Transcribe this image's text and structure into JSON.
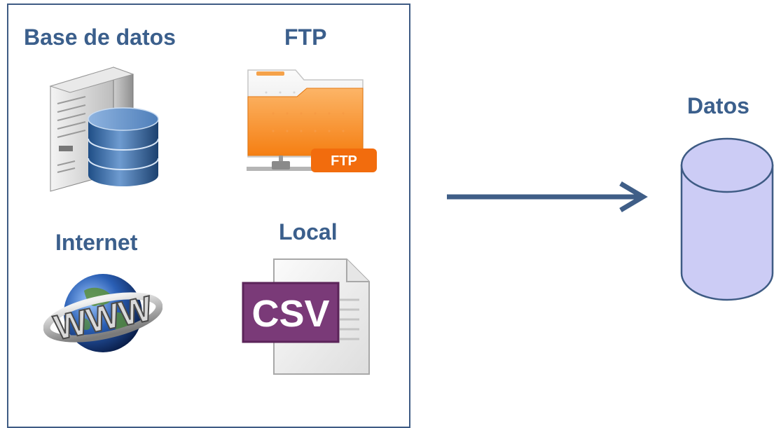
{
  "sources": {
    "database": {
      "label": "Base de datos",
      "icon": "database-server-icon"
    },
    "ftp": {
      "label": "FTP",
      "icon": "ftp-folder-icon",
      "badge": "FTP"
    },
    "internet": {
      "label": "Internet",
      "icon": "www-globe-icon",
      "text": "WWW"
    },
    "local": {
      "label": "Local",
      "icon": "csv-file-icon",
      "badge": "CSV"
    }
  },
  "target": {
    "label": "Datos",
    "icon": "data-cylinder-icon"
  },
  "colors": {
    "label": "#3b5f8c",
    "border": "#3e5b84",
    "arrow": "#3f5e87",
    "cylinder_fill": "#ccccf5",
    "cylinder_stroke": "#3e5b84",
    "ftp_orange": "#f58a1f",
    "csv_purple": "#7a3a78"
  }
}
